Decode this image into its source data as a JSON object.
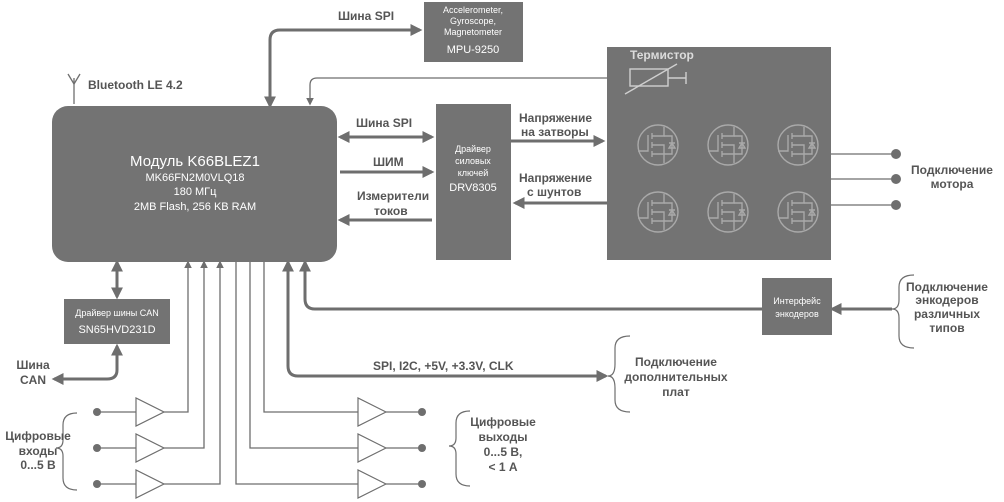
{
  "mcu": {
    "title": "Модуль K66BLEZ1",
    "line1": "MK66FN2M0VLQ18",
    "line2": "180 МГц",
    "line3": "2MB Flash, 256 KB RAM"
  },
  "bluetooth": "Bluetooth LE 4.2",
  "imu": {
    "line1": "Accelerometer,",
    "line2": "Gyroscope,",
    "line3": "Magnetometer",
    "line4": "MPU-9250"
  },
  "spi_top": "Шина SPI",
  "spi_mid": "Шина SPI",
  "pwm": "ШИМ",
  "current_1": "Измерители",
  "current_2": "токов",
  "driver": {
    "line1": "Драйвер",
    "line2": "силовых",
    "line3": "ключей",
    "line4": "DRV8305"
  },
  "gate_1": "Напряжение",
  "gate_2": "на затворы",
  "shunt_1": "Напряжение",
  "shunt_2": "с шунтов",
  "thermistor": "Термистор",
  "motor_1": "Подключение",
  "motor_2": "мотора",
  "enc_iface_1": "Интерфейс",
  "enc_iface_2": "энкодеров",
  "enc_conn_1": "Подключение",
  "enc_conn_2": "энкодеров",
  "enc_conn_3": "различных",
  "enc_conn_4": "типов",
  "can_driver_1": "Драйвер шины CAN",
  "can_driver_2": "SN65HVD231D",
  "can_bus_1": "Шина",
  "can_bus_2": "CAN",
  "ext_bus": "SPI, I2C, +5V, +3.3V, CLK",
  "ext_1": "Подключение",
  "ext_2": "дополнительных",
  "ext_3": "плат",
  "din_1": "Цифровые",
  "din_2": "входы",
  "din_3": "0...5 В",
  "dout_1": "Цифровые",
  "dout_2": "выходы",
  "dout_3": "0...5 В,",
  "dout_4": "< 1 А",
  "colors": {
    "block": "#737373",
    "line": "#6e6e6e",
    "text": "#555555"
  }
}
